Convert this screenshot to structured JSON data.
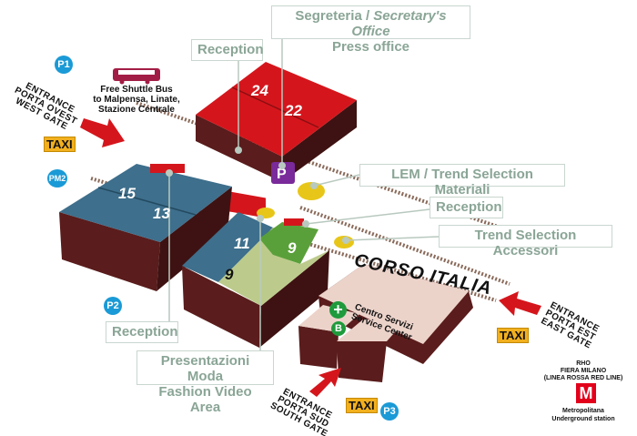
{
  "labels": {
    "secretary_line1": "Segreteria / ",
    "secretary_line1_italic": "Secretary's Office",
    "secretary_line2": "Press office",
    "reception_top": "Reception",
    "lem": "LEM / Trend Selection Materiali",
    "reception_right": "Reception",
    "trend_accessori": "Trend Selection Accessori",
    "reception_left": "Reception",
    "fashion_line1": "Presentazioni Moda",
    "fashion_line2": "Fashion Video Area"
  },
  "halls": [
    "24",
    "22",
    "15",
    "13",
    "11",
    "9",
    "9"
  ],
  "street": "CORSO ITALIA",
  "service_center": [
    "Centro Servizi",
    "Service Center"
  ],
  "parking": [
    "P1",
    "PM2",
    "P2",
    "P3"
  ],
  "taxi": "TAXI",
  "shuttle": [
    "Free Shuttle Bus",
    "to Malpensa, Linate,",
    "Stazione Centrale"
  ],
  "gates": {
    "west": [
      "ENTRANCE",
      "PORTA OVEST",
      "WEST GATE"
    ],
    "east": [
      "ENTRANCE",
      "PORTA EST",
      "EAST GATE"
    ],
    "south": [
      "ENTRANCE",
      "PORTA SUD",
      "SOUTH GATE"
    ]
  },
  "metro": {
    "station": [
      "RHO",
      "FIERA MILANO",
      "(LINEA ROSSA   RED LINE)"
    ],
    "logo": "M",
    "caption": [
      "Metropolitana",
      "Underground station"
    ]
  },
  "badges": {
    "first_aid": "+",
    "bank": "B"
  },
  "colors": {
    "hall_red": "#d4161c",
    "hall_blue": "#3e6f8c",
    "hall_green": "#5aa03a",
    "hall_light_green": "#bccb8c",
    "wall_brown": "#5a1c1c",
    "service_pink": "#ecd3ca",
    "label_text": "#8aa596",
    "parking_blue": "#1a9ad6",
    "taxi_yellow": "#f2b01e",
    "arrow_red": "#d4161c",
    "metro_red": "#e3001b",
    "badge_green": "#1f9a3c"
  }
}
